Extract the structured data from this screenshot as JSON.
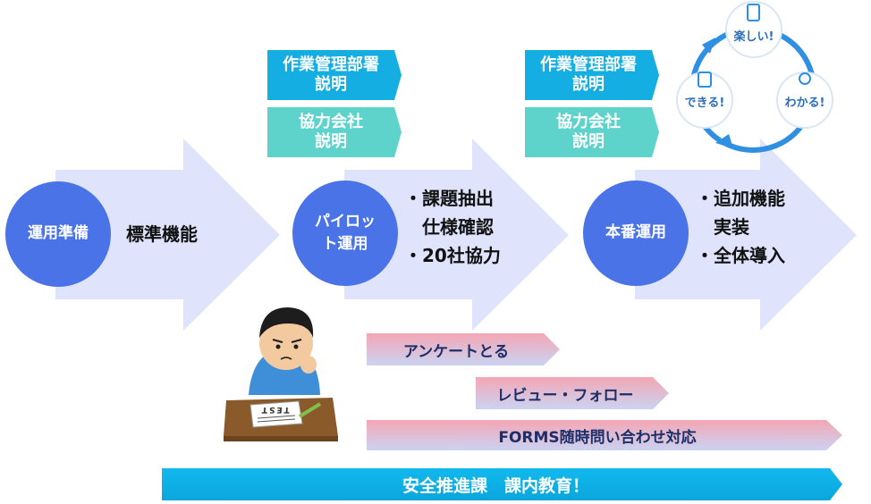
{
  "colors": {
    "arrow": "#dfe3fb",
    "phase_circle": "#4a73e8",
    "tag_blue": "#15aee3",
    "tag_teal": "#5ed3cc",
    "bar_pink": "#f4a6b4",
    "bar_lavender": "#cbd3f2",
    "banner": "#0db1e6"
  },
  "phases": [
    {
      "circle": "運用準備",
      "text": "標準機能"
    },
    {
      "circle": "パイロッ\nト運用",
      "text": "・課題抽出\n　仕様確認\n・20社協力"
    },
    {
      "circle": "本番運用",
      "text": "・追加機能\n　実装\n・全体導入"
    }
  ],
  "tags": {
    "pilot": {
      "dept": "作業管理部署\n説明",
      "partner": "協力会社\n説明"
    },
    "production": {
      "dept": "作業管理部署\n説明",
      "partner": "協力会社\n説明"
    }
  },
  "bars": {
    "survey": "アンケートとる",
    "review": "レビュー・フォロー",
    "forms": "FORMS随時問い合わせ対応"
  },
  "banner": "安全推進課　課内教育！",
  "cycle": {
    "top": "楽しい!",
    "right": "わかる!",
    "left": "できる!"
  },
  "illustration": {
    "paper_text": "TEST"
  }
}
